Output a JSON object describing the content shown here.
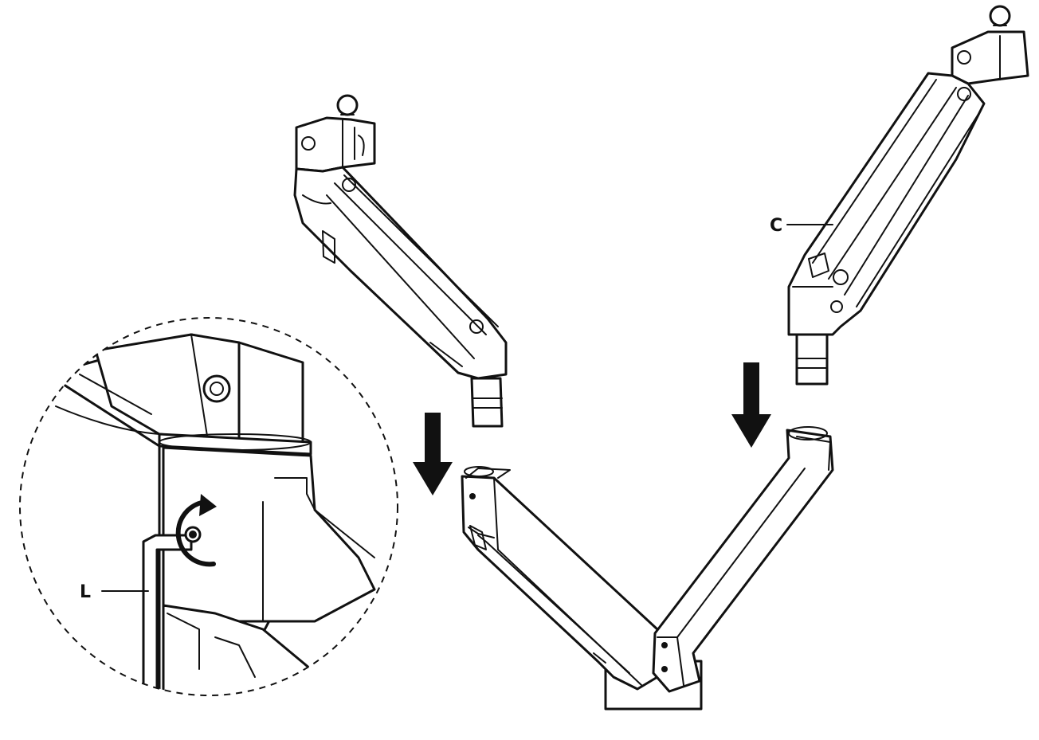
{
  "diagram": {
    "labels": {
      "part_c": "C",
      "part_l": "L"
    },
    "icons": {
      "down_arrow_left": "down-arrow",
      "down_arrow_right": "down-arrow",
      "rotation": "clockwise-rotate-arrow"
    },
    "colors": {
      "line": "#111111",
      "background": "#ffffff"
    }
  }
}
